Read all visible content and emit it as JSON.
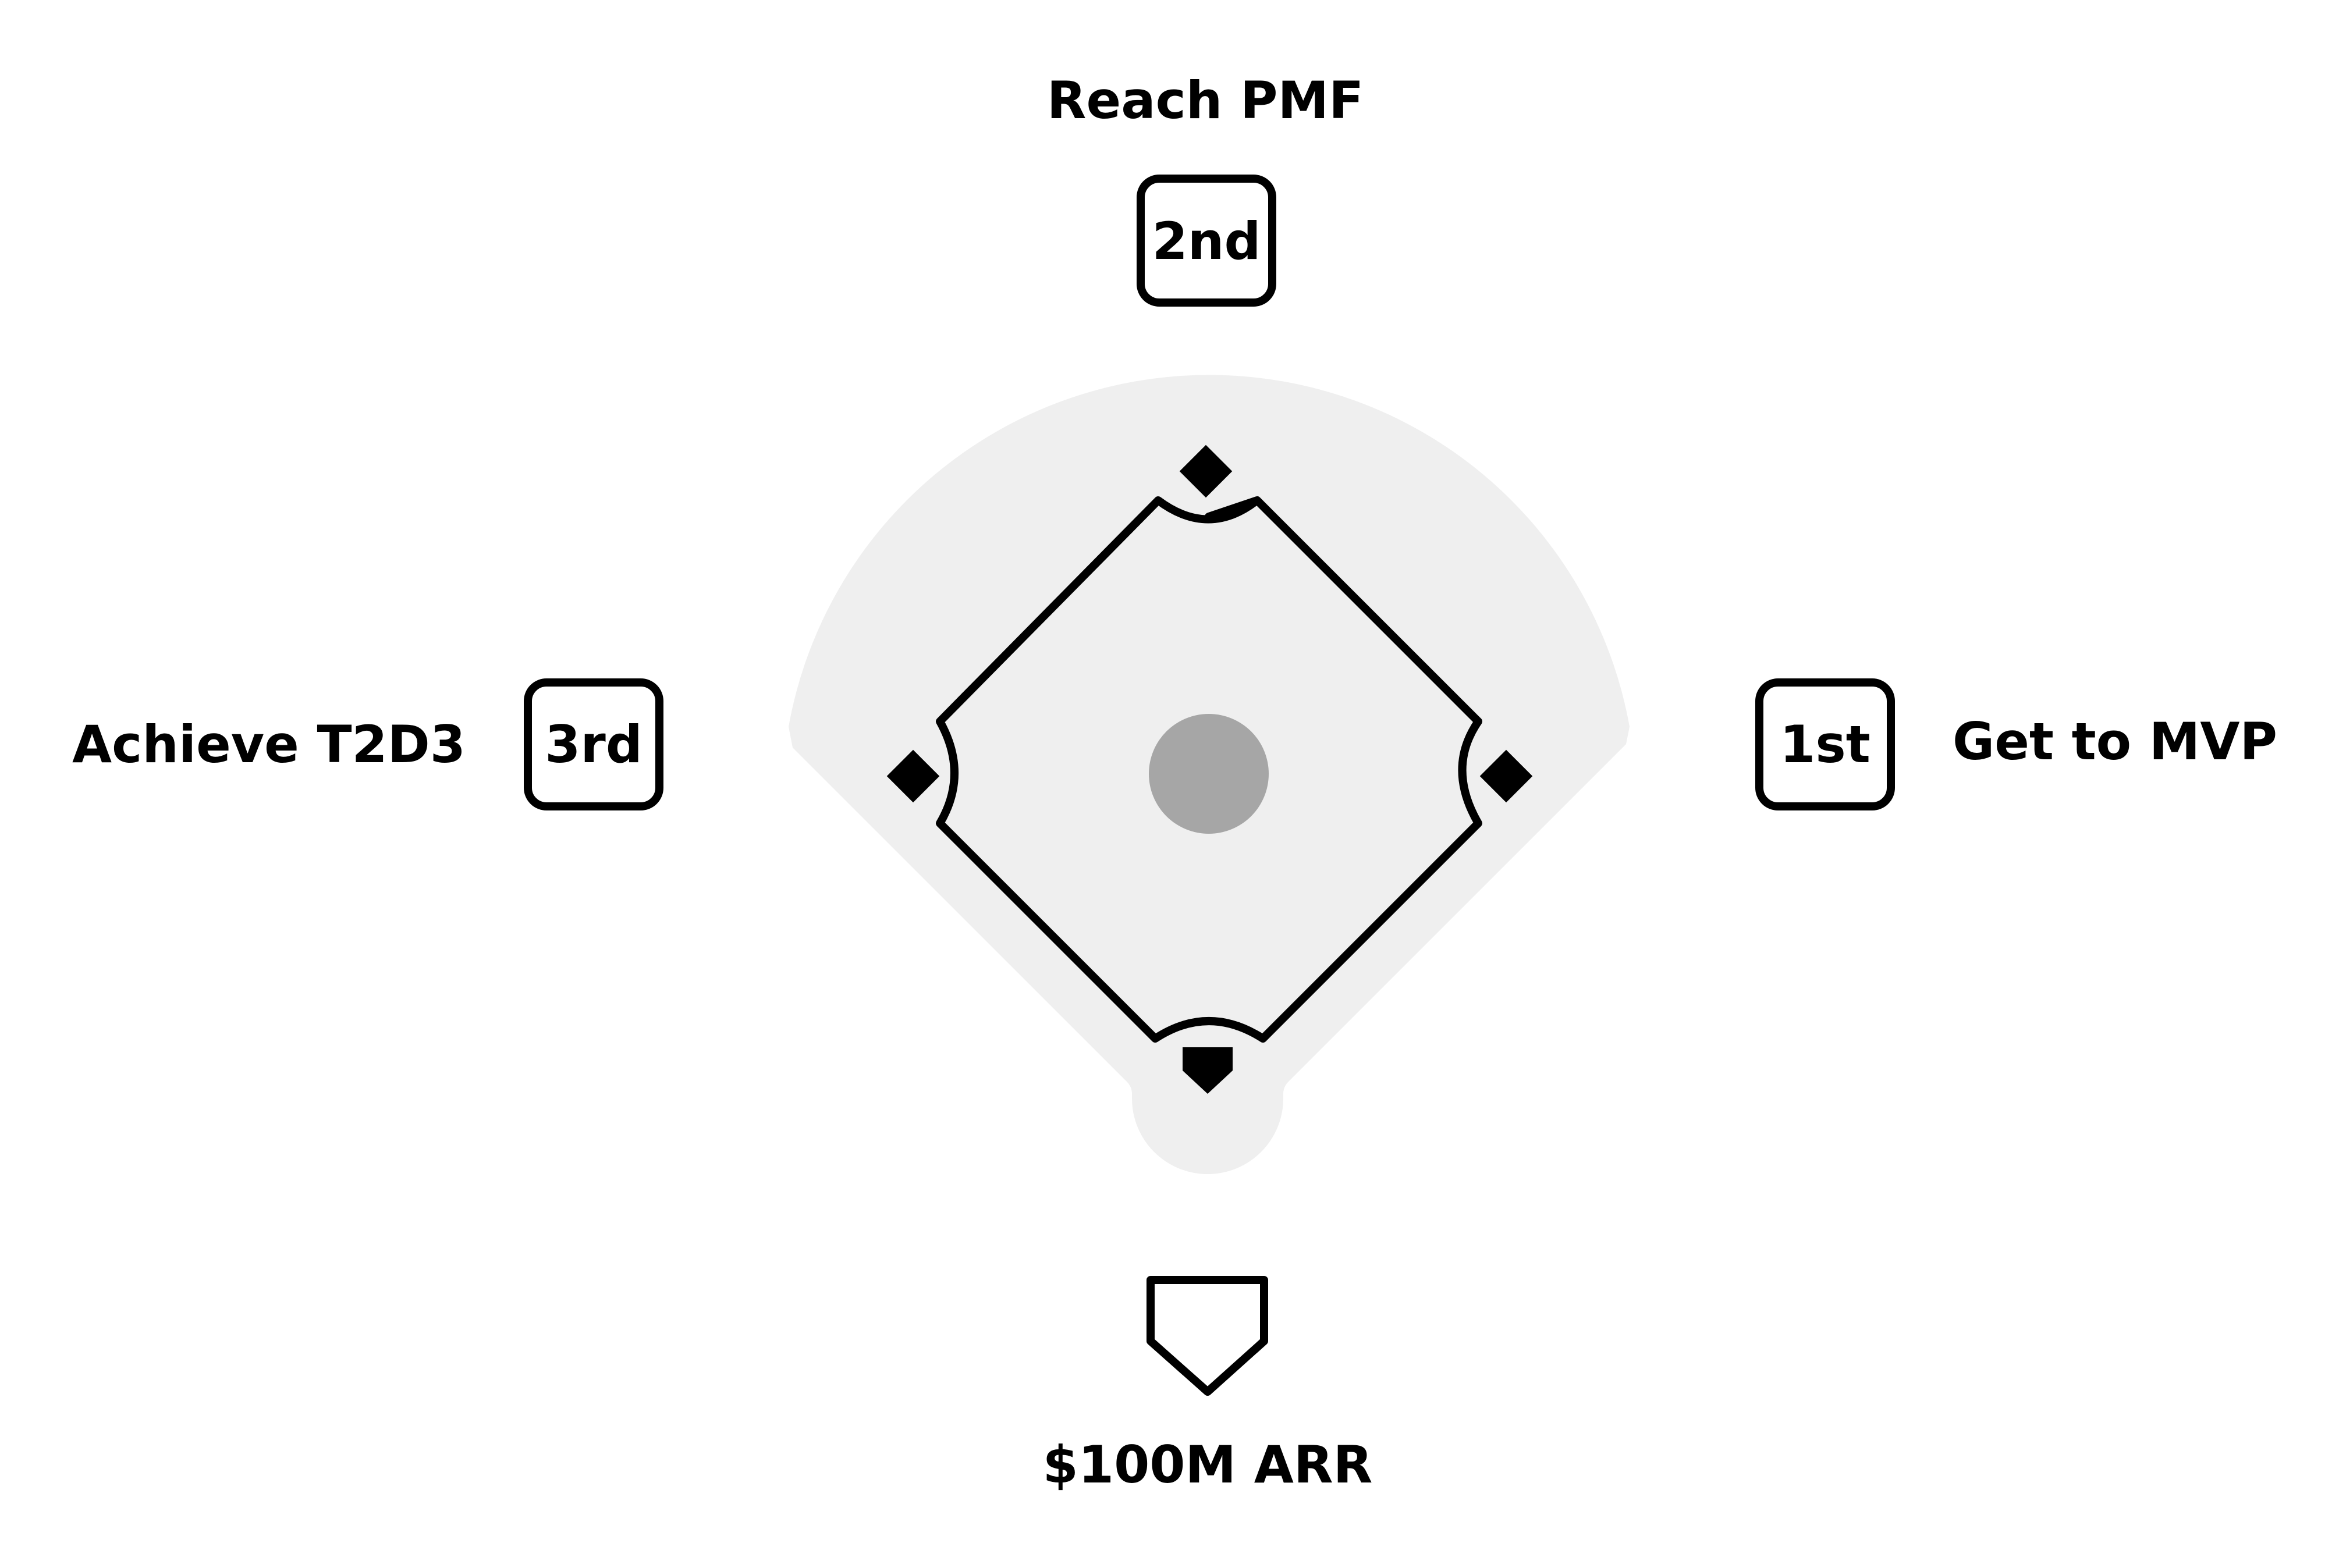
{
  "diagram": {
    "colors": {
      "field": "#efefef",
      "mound": "#a6a6a6",
      "ink": "#000000",
      "background": "#ffffff"
    },
    "bases": {
      "second": {
        "badge": "2nd",
        "label": "Reach PMF"
      },
      "third": {
        "badge": "3rd",
        "label": "Achieve T2D3"
      },
      "first": {
        "badge": "1st",
        "label": "Get to MVP"
      },
      "home": {
        "label": "$100M ARR",
        "icon": "home-plate-icon"
      }
    }
  }
}
